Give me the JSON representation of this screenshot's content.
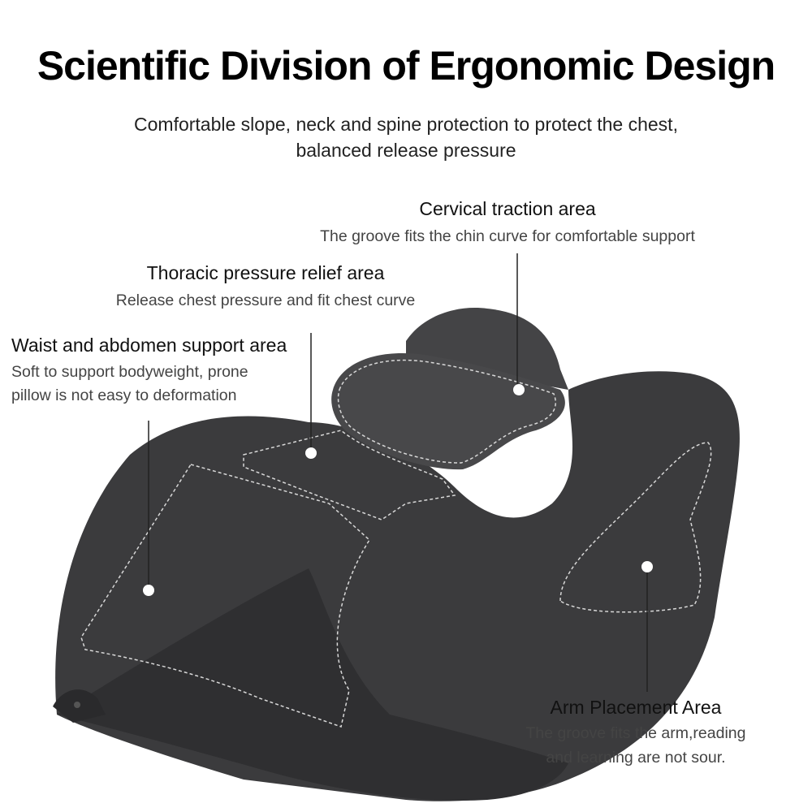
{
  "title": "Scientific Division of Ergonomic Design",
  "subtitle": [
    "Comfortable slope, neck and spine protection to protect the chest,",
    "balanced release pressure"
  ],
  "annotations": {
    "cervical": {
      "heading": "Cervical traction area",
      "description": "The groove fits the chin curve for comfortable support"
    },
    "thoracic": {
      "heading": "Thoracic pressure relief area",
      "description": "Release chest pressure and fit chest curve"
    },
    "waist": {
      "heading": "Waist and abdomen support area",
      "description": [
        "Soft to support bodyweight, prone",
        "pillow is not easy to deformation"
      ]
    },
    "arm": {
      "heading": "Arm Placement Area",
      "description": [
        "The groove fits the arm,reading",
        "and learning are not sour."
      ]
    }
  },
  "colors": {
    "pillow": "#3a3a3c",
    "stitch": "#d8d8d8",
    "background": "#ffffff"
  }
}
